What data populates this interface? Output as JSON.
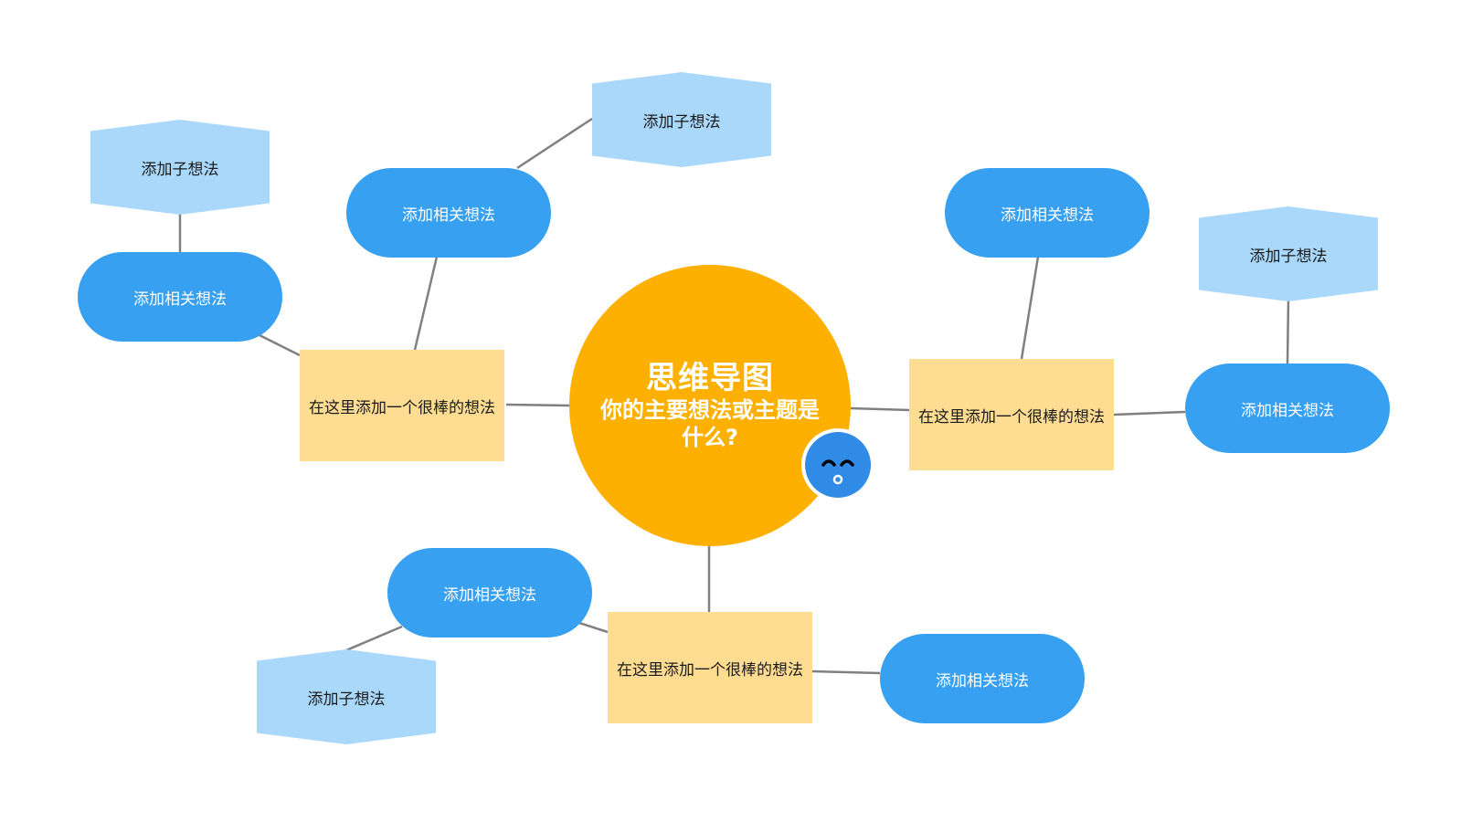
{
  "center": {
    "title": "思维导图",
    "subtitle": "你的主要想法或主题是什么?"
  },
  "main_ideas": [
    "在这里添加一个很棒的想法",
    "在这里添加一个很棒的想法",
    "在这里添加一个很棒的想法"
  ],
  "related_ideas": [
    "添加相关想法",
    "添加相关想法",
    "添加相关想法",
    "添加相关想法",
    "添加相关想法",
    "添加相关想法"
  ],
  "sub_ideas": [
    "添加子想法",
    "添加子想法",
    "添加子想法",
    "添加子想法"
  ],
  "colors": {
    "center": "#fdb000",
    "main_idea": "#fedd93",
    "related_idea": "#38a0f0",
    "sub_idea": "#aad8fb",
    "connector": "#808080",
    "face": "#2f8be6"
  },
  "icons": {
    "face": "sleepy-face-icon"
  }
}
